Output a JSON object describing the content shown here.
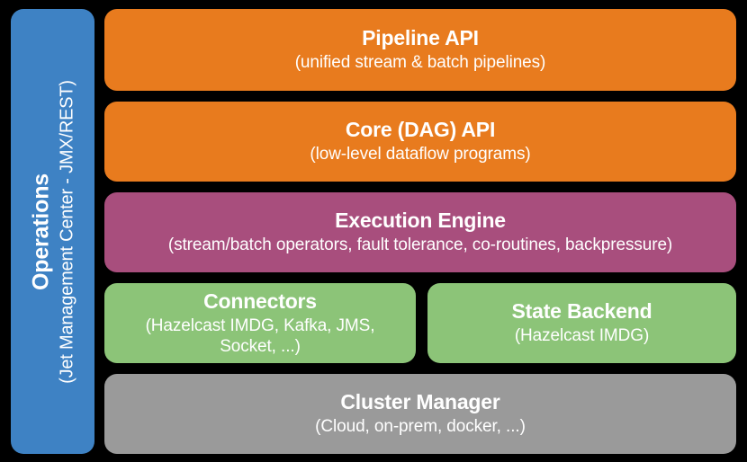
{
  "diagram": {
    "background_color": "#000000",
    "sidebar": {
      "title": "Operations",
      "subtitle": "(Jet Management Center - JMX/REST)",
      "color": "#3e82c4"
    },
    "layers": [
      {
        "key": "pipeline-api",
        "title": "Pipeline API",
        "subtitle": "(unified stream & batch pipelines)",
        "color": "#e87b1e"
      },
      {
        "key": "core-dag-api",
        "title": "Core (DAG) API",
        "subtitle": "(low-level dataflow programs)",
        "color": "#e87b1e"
      },
      {
        "key": "execution-engine",
        "title": "Execution Engine",
        "subtitle": "(stream/batch operators, fault tolerance, co-routines, backpressure)",
        "color": "#a84e7d"
      },
      {
        "key": "connectors",
        "title": "Connectors",
        "subtitle": "(Hazelcast IMDG, Kafka, JMS, Socket, ...)",
        "color": "#8cc478"
      },
      {
        "key": "state-backend",
        "title": "State Backend",
        "subtitle": "(Hazelcast IMDG)",
        "color": "#8cc478"
      },
      {
        "key": "cluster-manager",
        "title": "Cluster Manager",
        "subtitle": "(Cloud, on-prem, docker, ...)",
        "color": "#9a9a9a"
      }
    ]
  }
}
